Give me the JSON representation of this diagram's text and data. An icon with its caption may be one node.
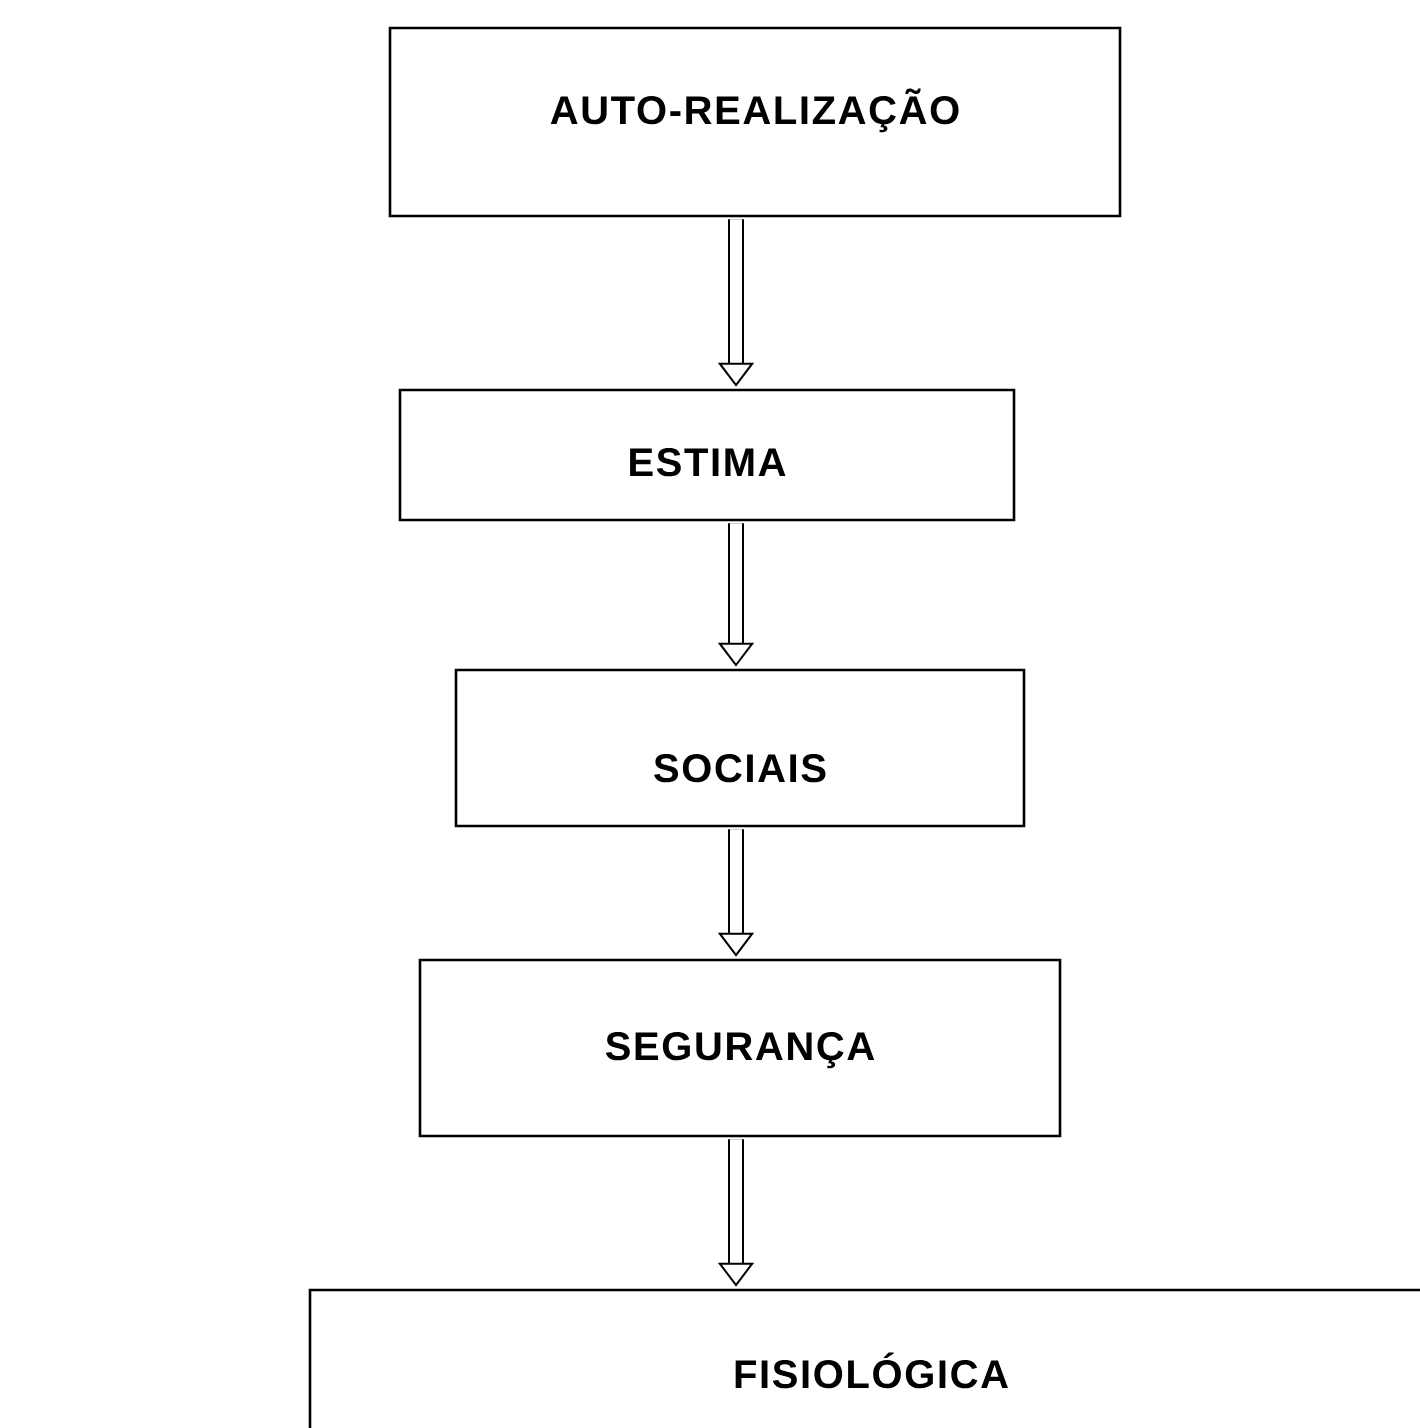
{
  "diagram": {
    "nodes": [
      {
        "text": [
          "AUTO-REALIZAÇÃO"
        ]
      },
      {
        "text": [
          "ESTIMA"
        ]
      },
      {
        "text": [
          "SOCIAIS"
        ]
      },
      {
        "text": [
          "SEGURANÇA"
        ]
      },
      {
        "text": [
          "FISIOLÓGICA"
        ]
      }
    ],
    "edges": [
      {
        "from": 0,
        "to": 1,
        "arrow": "to"
      },
      {
        "from": 1,
        "to": 2,
        "arrow": "to"
      },
      {
        "from": 2,
        "to": 3,
        "arrow": "to"
      },
      {
        "from": 3,
        "to": 4,
        "arrow": "to"
      }
    ]
  }
}
